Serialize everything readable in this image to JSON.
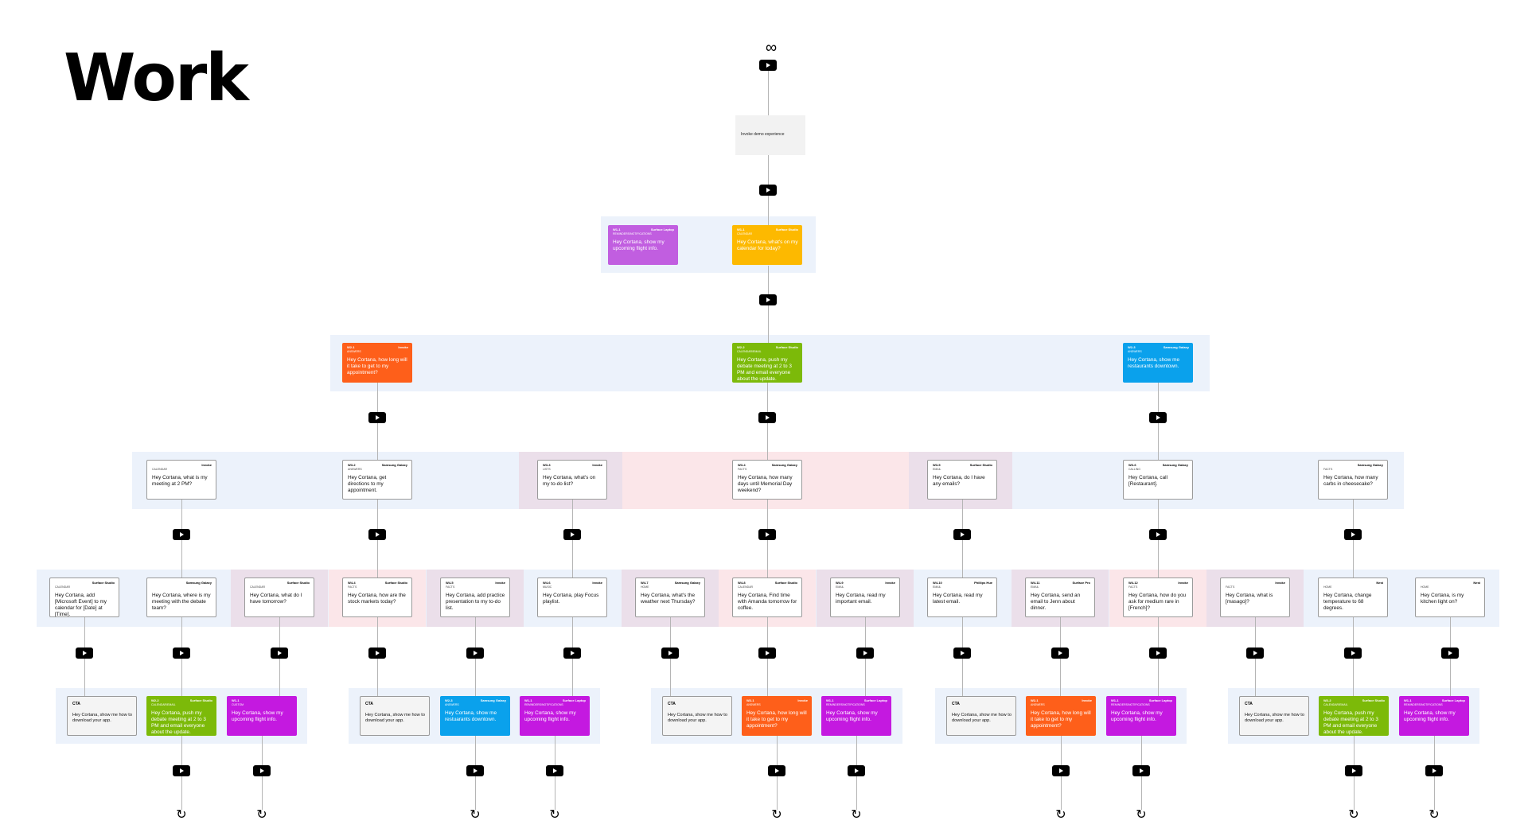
{
  "title": "Work",
  "intro": {
    "label": "Invoke demo experience"
  },
  "colors": {
    "band_blue": "#ecf2fb",
    "band_pink": "#fbe6e9",
    "band_mauve": "#ebdfea",
    "purple": "#c15ee0",
    "orange": "#fe5f1a",
    "green": "#7cba09",
    "blue": "#0aa1ec",
    "yellow": "#fdb900",
    "magenta": "#c419e0"
  },
  "level1": [
    {
      "id": "W1-1",
      "device": "Surface Laptop",
      "category": "REMINDERS/NOTIFICATIONS",
      "text": "Hey Cortana, show my upcoming flight info.",
      "color": "purple"
    },
    {
      "id": "W1-1",
      "device": "Surface Studio",
      "category": "CALENDAR",
      "text": "Hey Cortana, what's on my calendar for today?",
      "color": "yellow"
    }
  ],
  "level2": [
    {
      "id": "W2-1",
      "device": "Invoke",
      "category": "ANSWERS",
      "text": "Hey Cortana, how long will it take to get to my appointment?",
      "color": "orange"
    },
    {
      "id": "W2-2",
      "device": "Surface Studio",
      "category": "CALENDAR/EMAIL",
      "text": "Hey Cortana, push my debate meeting at 2 to 3 PM and email everyone about the update.",
      "color": "green"
    },
    {
      "id": "W2-3",
      "device": "Samsung Galaxy",
      "category": "ANSWERS",
      "text": "Hey Cortana, show me restaurants downtown.",
      "color": "blue"
    }
  ],
  "level3": [
    {
      "id": "",
      "device": "Invoke",
      "category": "CALENDAR",
      "text": "Hey Cortana, what is my meeting at 2 PM?"
    },
    {
      "id": "W3-2",
      "device": "Samsung Galaxy",
      "category": "ANSWERS",
      "text": "Hey Cortana, get directions to my appointment."
    },
    {
      "id": "W3-3",
      "device": "Invoke",
      "category": "LISTS",
      "text": "Hey Cortana, what's on my to-do list?"
    },
    {
      "id": "W3-4",
      "device": "Samsung Galaxy",
      "category": "FACTS",
      "text": "Hey Cortana, how many days until Memorial Day weekend?"
    },
    {
      "id": "W3-5",
      "device": "Surface Studio",
      "category": "EMAIL",
      "text": "Hey Cortana, do I have any emails?"
    },
    {
      "id": "W3-6",
      "device": "Samsung Galaxy",
      "category": "CALLING",
      "text": "Hey Cortana, call [Restaurant]."
    },
    {
      "id": "",
      "device": "Samsung Galaxy",
      "category": "FACTS",
      "text": "Hey Cortana, how many carbs in cheesecake?"
    }
  ],
  "level4": [
    {
      "id": "",
      "device": "Surface Studio",
      "category": "CALENDAR",
      "text": "Hey Cortana, add [Microsoft Event] to my calendar for [Date] at [Time]."
    },
    {
      "id": "",
      "device": "Samsung Galaxy",
      "category": "",
      "text": "Hey Cortana, where is my meeting with the debate team?"
    },
    {
      "id": "",
      "device": "Surface Studio",
      "category": "CALENDAR",
      "text": "Hey Cortana, what do I have tomorrow?"
    },
    {
      "id": "W4-4",
      "device": "Surface Studio",
      "category": "FACTS",
      "text": "Hey Cortana, how are the stock markets today?"
    },
    {
      "id": "W4-5",
      "device": "Invoke",
      "category": "FACTS",
      "text": "Hey Cortana, add practice presentation to my to-do list."
    },
    {
      "id": "W4-6",
      "device": "Invoke",
      "category": "MUSIC",
      "text": "Hey Cortana, play Focus playlist."
    },
    {
      "id": "W4-7",
      "device": "Samsung Galaxy",
      "category": "HOME",
      "text": "Hey Cortana, what's the weather next Thursday?"
    },
    {
      "id": "W4-8",
      "device": "Surface Studio",
      "category": "CALENDAR",
      "text": "Hey Cortana, Find time with Amanda tomorrow for coffee."
    },
    {
      "id": "W4-9",
      "device": "Invoke",
      "category": "EMAIL",
      "text": "Hey Cortana, read my important email."
    },
    {
      "id": "W4-10",
      "device": "Phillips Hue",
      "category": "EMAIL",
      "text": "Hey Cortana, read my latest email."
    },
    {
      "id": "W4-11",
      "device": "Surface Pro",
      "category": "EMAIL",
      "text": "Hey Cortana, send an email to Jenn about dinner."
    },
    {
      "id": "W4-12",
      "device": "Invoke",
      "category": "FACTS",
      "text": "Hey Cortana, how do you ask for medium rare in [French]?"
    },
    {
      "id": "",
      "device": "Invoke",
      "category": "FACTS",
      "text": "Hey Cortana, what is [masago]?"
    },
    {
      "id": "",
      "device": "Nest",
      "category": "HOME",
      "text": "Hey Cortana, change temperature to 68 degrees."
    },
    {
      "id": "",
      "device": "Nest",
      "category": "HOME",
      "text": "Hey Cortana, is my kitchen light on?"
    }
  ],
  "level5": [
    {
      "type": "cta",
      "category": "CTA",
      "text": "Hey Cortana, show me how to download your app."
    },
    {
      "id": "W2-2",
      "device": "Surface Studio",
      "category": "CALENDAR/EMAIL",
      "text": "Hey Cortana, push my debate meeting at 2 to 3 PM and email everyone about the update.",
      "color": "green"
    },
    {
      "id": "W1-1",
      "device": "",
      "category": "CUSTOM",
      "text": "Hey Cortana, show my upcoming flight info.",
      "color": "magenta"
    },
    {
      "type": "cta",
      "category": "CTA",
      "text": "Hey Cortana, show me how to download your app."
    },
    {
      "id": "W2-3",
      "device": "Samsung Galaxy",
      "category": "ANSWERS",
      "text": "Hey Cortana, show me restuarants downtown.",
      "color": "blue"
    },
    {
      "id": "W1-1",
      "device": "Surface Laptop",
      "category": "REMINDERS/NOTIFICATIONS",
      "text": "Hey Cortana, show my upcoming flight info.",
      "color": "magenta"
    },
    {
      "type": "cta",
      "category": "CTA",
      "text": "Hey Cortana, show me how to download your app."
    },
    {
      "id": "W2-1",
      "device": "Invoke",
      "category": "ANSWERS",
      "text": "Hey Cortana, how long will it take to get to my appointment?",
      "color": "orange"
    },
    {
      "id": "W1-1",
      "device": "Surface Laptop",
      "category": "REMINDERS/NOTIFICATIONS",
      "text": "Hey Cortana, show my upcoming flight info.",
      "color": "magenta"
    },
    {
      "type": "cta",
      "category": "CTA",
      "text": "Hey Cortana, show me how to download your app."
    },
    {
      "id": "W2-1",
      "device": "Invoke",
      "category": "ANSWERS",
      "text": "Hey Cortana, how long will it take to get to my appointment?",
      "color": "orange"
    },
    {
      "id": "W1-1",
      "device": "Surface Laptop",
      "category": "REMINDERS/NOTIFICATIONS",
      "text": "Hey Cortana, show my upcoming flight info.",
      "color": "magenta"
    },
    {
      "type": "cta",
      "category": "CTA",
      "text": "Hey Cortana, show me how to download your app."
    },
    {
      "id": "W2-2",
      "device": "Surface Studio",
      "category": "CALENDAR/EMAIL",
      "text": "Hey Cortana, push my debate meeting at 2 to 3 PM and email everyone about the update.",
      "color": "green"
    },
    {
      "id": "W1-1",
      "device": "Surface Laptop",
      "category": "REMINDERS/NOTIFICATIONS",
      "text": "Hey Cortana, show my upcoming flight info.",
      "color": "magenta"
    }
  ]
}
